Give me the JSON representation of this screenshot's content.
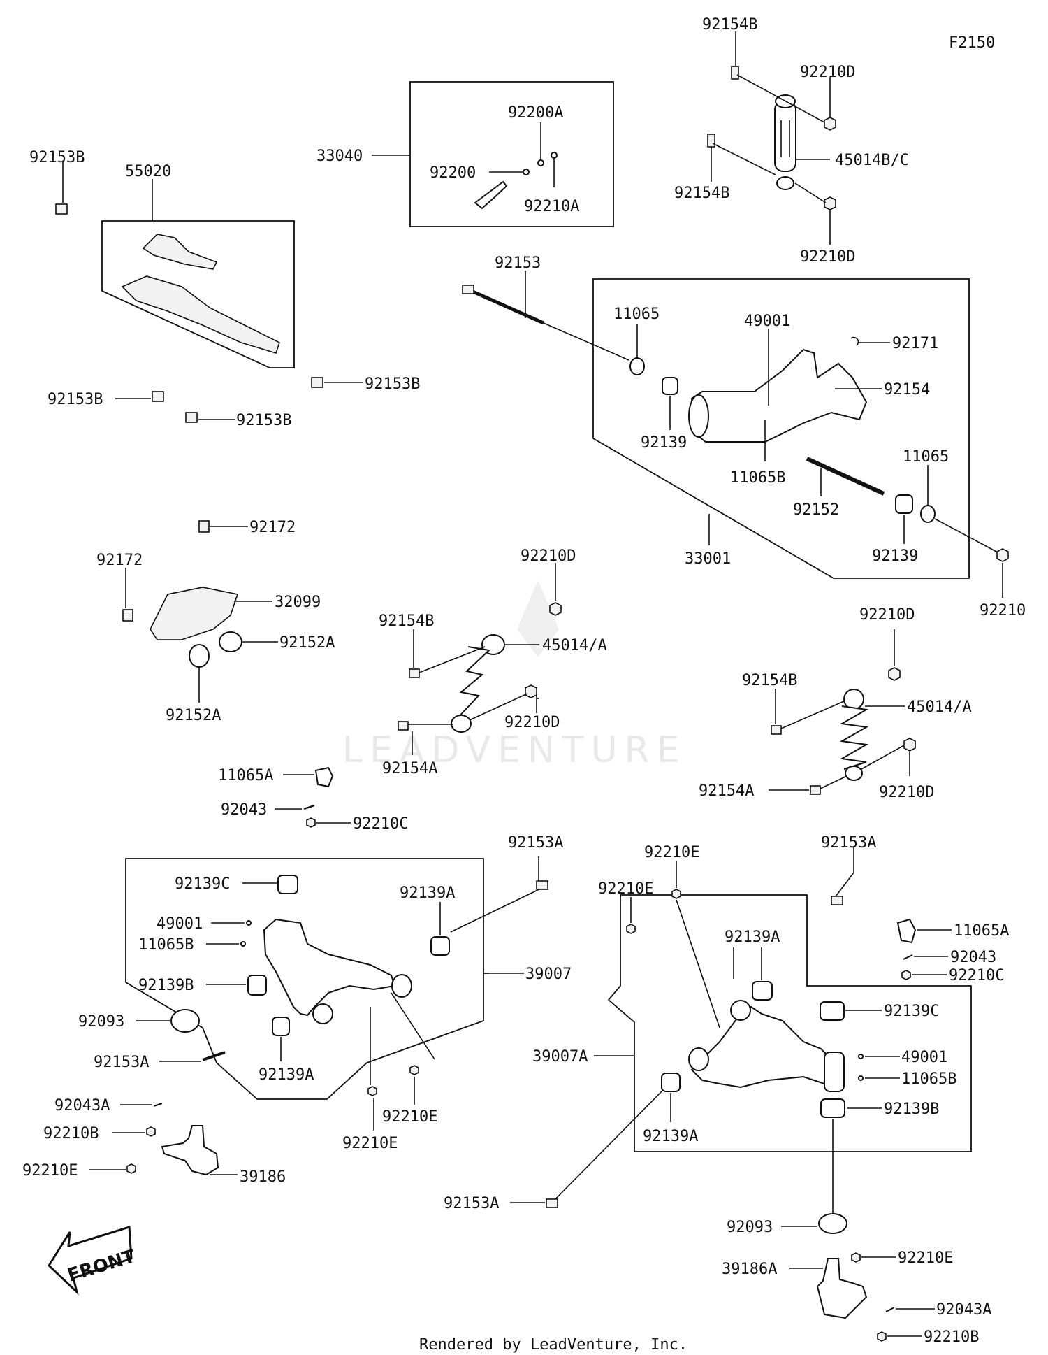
{
  "diagram_code": "F2150",
  "watermark": "LEADVENTURE",
  "footer": "Rendered by LeadVenture, Inc.",
  "front_arrow": "FRONT",
  "parts": {
    "p92154B_top": "92154B",
    "p92210D_top": "92210D",
    "p45014BC": "45014B/C",
    "p92154B_2": "92154B",
    "p92210D_2": "92210D",
    "pF_blank": "",
    "p33040": "33040",
    "p92200A": "92200A",
    "p92200": "92200",
    "p92210A": "92210A",
    "p92153B_1": "92153B",
    "p55020": "55020",
    "p92153B_2": "92153B",
    "p92153B_3": "92153B",
    "p92153B_4": "92153B",
    "p92153": "92153",
    "p11065_1": "11065",
    "p49001_1": "49001",
    "p92171": "92171",
    "p92154_1": "92154",
    "p92139_1": "92139",
    "p11065B_1": "11065B",
    "p11065_2": "11065",
    "p92152": "92152",
    "p92139_2": "92139",
    "p33001": "33001",
    "p92210": "92210",
    "p92172_1": "92172",
    "p92172_2": "92172",
    "p32099": "32099",
    "p92152A_1": "92152A",
    "p92152A_2": "92152A",
    "p92210D_3": "92210D",
    "p92154B_3": "92154B",
    "p45014A_1": "45014/A",
    "p92210D_4": "92210D",
    "p92154A_1": "92154A",
    "p92210D_5": "92210D",
    "p92154B_4": "92154B",
    "p45014A_2": "45014/A",
    "p92154A_2": "92154A",
    "p92210D_6": "92210D",
    "p11065A_1": "11065A",
    "p92043_1": "92043",
    "p92210C_1": "92210C",
    "p92153A_1": "92153A",
    "p92139C_1": "92139C",
    "p92139A_1": "92139A",
    "p49001_2": "49001",
    "p11065B_2": "11065B",
    "p39007": "39007",
    "p92139B_1": "92139B",
    "p92093_1": "92093",
    "p92153A_2": "92153A",
    "p92139A_2": "92139A",
    "p92210E_1": "92210E",
    "p92210E_2": "92210E",
    "p92043A_1": "92043A",
    "p92210B_1": "92210B",
    "p92210E_3": "92210E",
    "p39186": "39186",
    "p92210E_4": "92210E",
    "p92153A_3": "92153A",
    "p92210E_5": "92210E",
    "p11065A_2": "11065A",
    "p92139A_3": "92139A",
    "p92043_2": "92043",
    "p92210C_2": "92210C",
    "p92139C_2": "92139C",
    "p39007A": "39007A",
    "p49001_3": "49001",
    "p11065B_3": "11065B",
    "p92139B_2": "92139B",
    "p92139A_4": "92139A",
    "p92153A_4": "92153A",
    "p92093_2": "92093",
    "p39186A": "39186A",
    "p92210E_6": "92210E",
    "p92043A_2": "92043A",
    "p92210B_2": "92210B"
  }
}
